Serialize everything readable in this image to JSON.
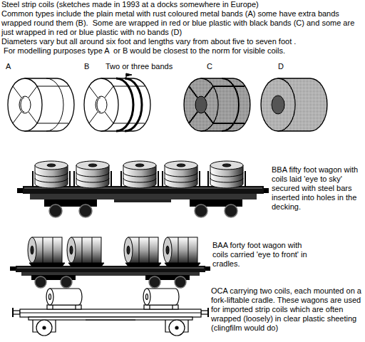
{
  "diagram": {
    "title": "Steel strip coils (sketches made in 1993 at a docks somewhere in Europe)",
    "labels": [
      "Common types include the plain metal with rust coloured metal bands (A) some have extra bands wrapped round them (B).  Some are wrapped in red or blue plastic with black bands (C) and some are just wrapped in red or blue plastic with no bands (D)",
      "Diameters vary but all around six foot and lengths vary from about five to seven foot .",
      "For modelling purposes type A  or B would be closest to the norm for visible coils.",
      "A",
      "B",
      "Two or three bands",
      "C",
      "D",
      "BBA fifty foot wagon with coils laid 'eye to sky' secured with steel bars inserted into holes in the decking.",
      "BAA forty foot wagon with coils carried 'eye to front' in cradles.",
      "OCA carrying two coils, each mounted on a fork-liftable cradle. These wagons are used for imported strip coils which are often wrapped (loosely) in clear plastic sheeting (clingfilm would do)"
    ]
  }
}
